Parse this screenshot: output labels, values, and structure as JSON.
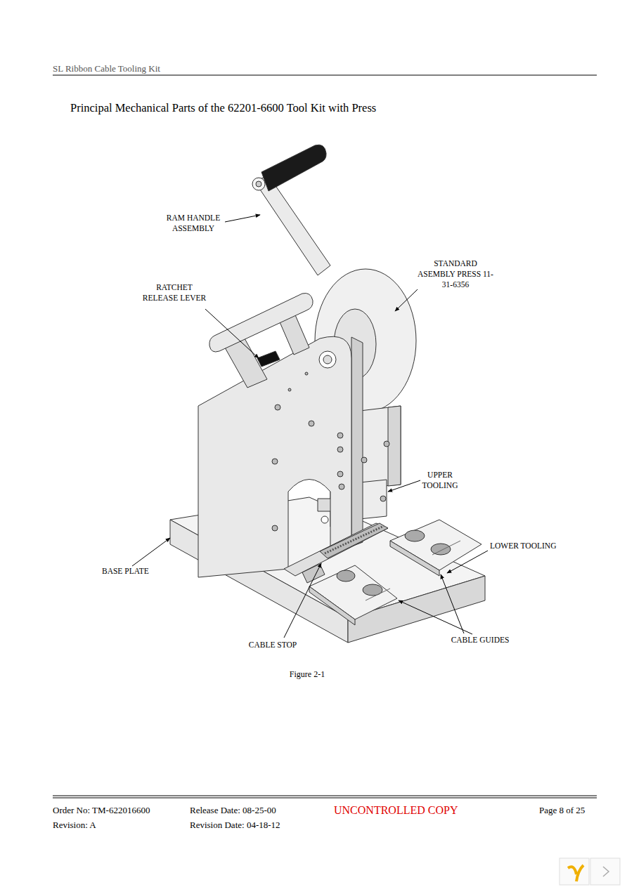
{
  "diagram": {
    "title": "Principal Mechanical Parts of the 62201-6600 Tool Kit with Press",
    "caption": "Figure 2-1",
    "labels": [
      "SL Ribbon Cable Tooling Kit",
      "RAM HANDLE ASSEMBLY",
      "STANDARD ASEMBLY PRESS 11-31-6356",
      "RATCHET RELEASE LEVER",
      "UPPER TOOLING",
      "LOWER TOOLING",
      "BASE PLATE",
      "CABLE STOP",
      "CABLE GUIDES",
      "Order No: TM-622016600",
      "Release Date: 08-25-00",
      "UNCONTROLLED COPY",
      "Page 8 of 25",
      "Revision: A",
      "Revision Date: 04-18-12"
    ]
  }
}
